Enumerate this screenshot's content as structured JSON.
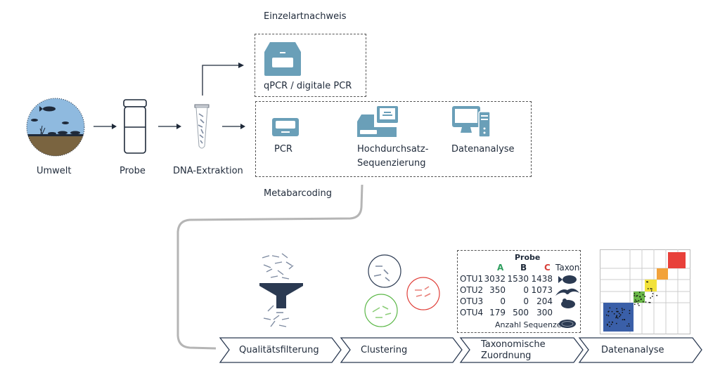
{
  "top_row": {
    "steps": [
      {
        "label": "Umwelt",
        "icon": "environment-icon"
      },
      {
        "label": "Probe",
        "icon": "sample-jar-icon"
      },
      {
        "label": "DNA-Extraktion",
        "icon": "tube-icon"
      }
    ]
  },
  "single_species": {
    "title": "Einzelartnachweis",
    "item": "qPCR / digitale PCR"
  },
  "metabarcoding": {
    "title": "Metabarcoding",
    "items": [
      "PCR",
      "Hochdurchsatz-",
      "Sequenzierung",
      "Datenanalyse"
    ]
  },
  "pipeline": {
    "steps": [
      {
        "label": "Qualitätsfilterung"
      },
      {
        "label_line1": "Clustering"
      },
      {
        "label_line1": "Taxonomische",
        "label_line2": "Zuordnung"
      },
      {
        "label_line1": "Datenanalyse"
      }
    ]
  },
  "otu_table": {
    "header": "Probe",
    "columns": [
      "A",
      "B",
      "C"
    ],
    "taxon_header": "Taxon",
    "rows": [
      {
        "name": "OTU1",
        "values": [
          "3032",
          "1530",
          "1438"
        ],
        "taxon": "fish-icon"
      },
      {
        "name": "OTU2",
        "values": [
          "350",
          "0",
          "1073"
        ],
        "taxon": "bird-icon"
      },
      {
        "name": "OTU3",
        "values": [
          "0",
          "0",
          "204"
        ],
        "taxon": "frog-icon"
      },
      {
        "name": "OTU4",
        "values": [
          "179",
          "500",
          "300"
        ],
        "taxon": "mollusk-icon"
      }
    ],
    "footer": "Anzahl Sequenzen",
    "colors": {
      "A": "#2e9e5e",
      "B": "#1f2a3a",
      "C": "#d8403a"
    }
  },
  "colors": {
    "icon_blue": "#6a9fb8",
    "navy": "#2b3a52",
    "cluster_navy": "#2b3a52",
    "cluster_red": "#e0403a",
    "cluster_green": "#5cb848",
    "heat_blue": "#3a5fa8",
    "heat_green": "#6ab848",
    "heat_yellow": "#f2e23a",
    "heat_orange": "#f2a23a",
    "heat_red": "#e8403a"
  }
}
